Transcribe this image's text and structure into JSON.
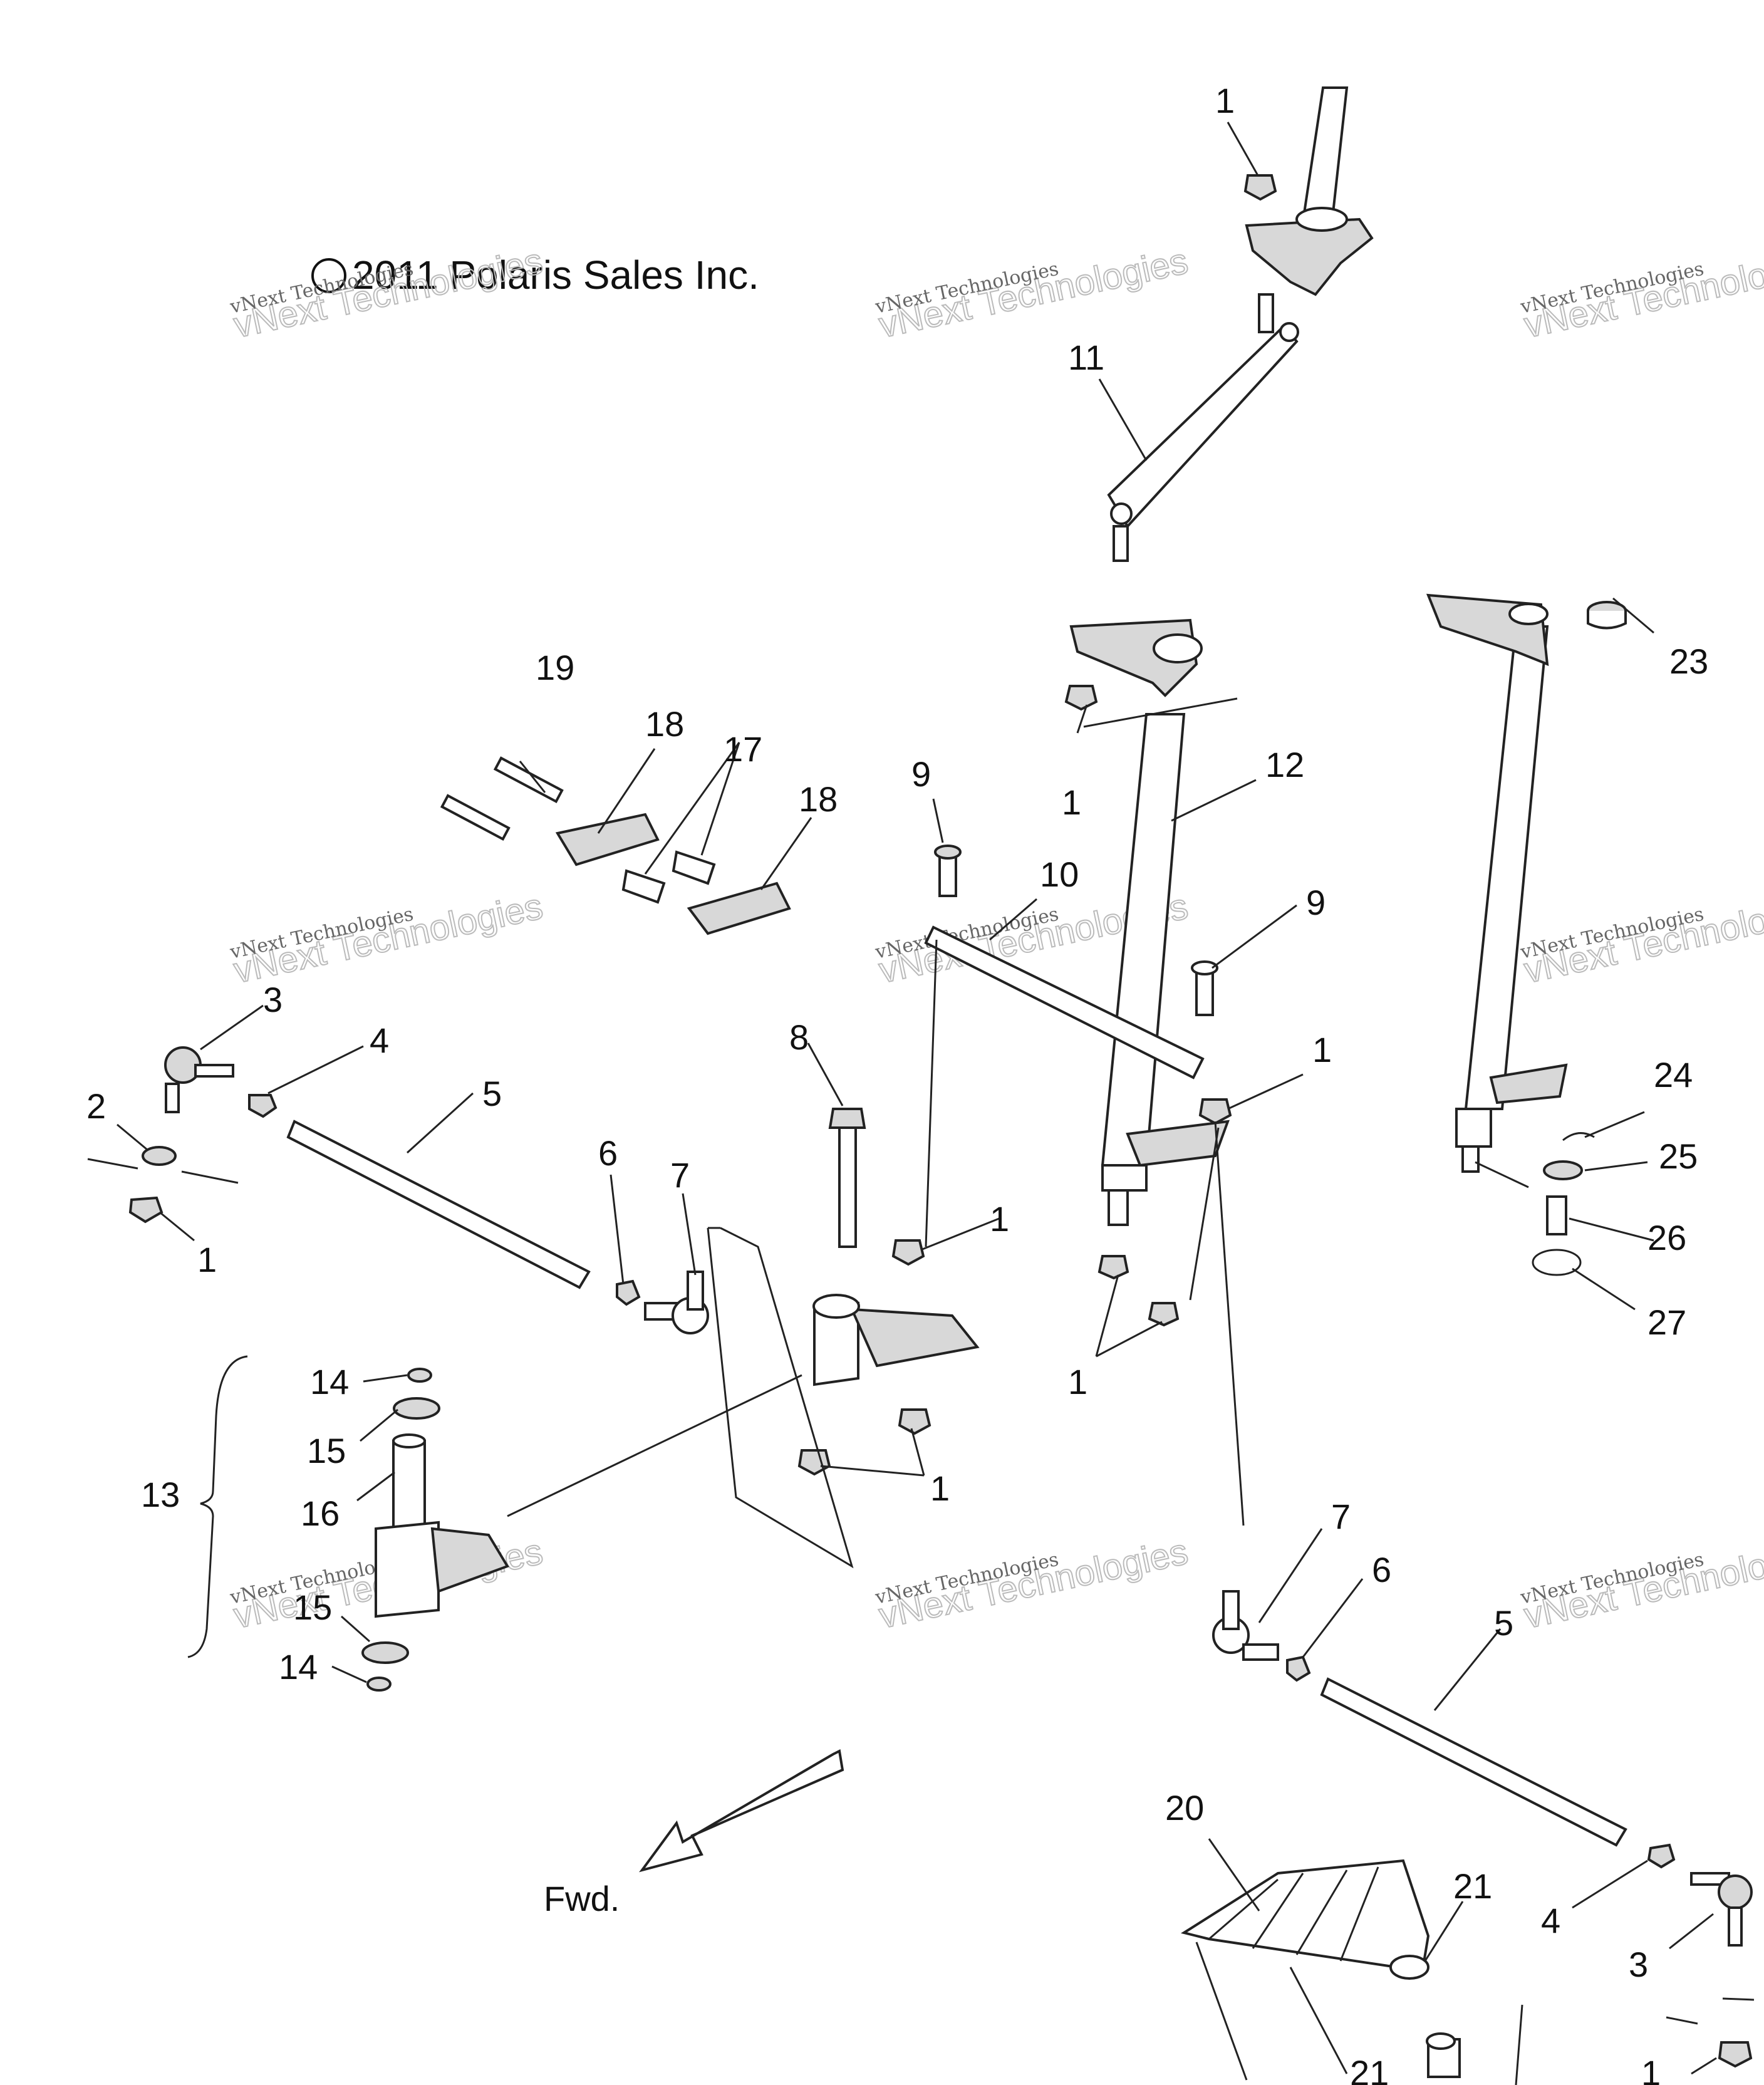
{
  "copyright": "© 2011 Polaris Sales Inc.",
  "direction_label": "Fwd.",
  "watermark": {
    "line1": "vNext Technologies",
    "line2": "vNext Technologies"
  },
  "callouts": {
    "c1a": "1",
    "c1b": "1",
    "c1c": "1",
    "c1d": "1",
    "c1e": "1",
    "c1f": "1",
    "c1g": "1",
    "c1h": "1",
    "c2": "2",
    "c3a": "3",
    "c3b": "3",
    "c4a": "4",
    "c4b": "4",
    "c5a": "5",
    "c5b": "5",
    "c6a": "6",
    "c6b": "6",
    "c7a": "7",
    "c7b": "7",
    "c8": "8",
    "c9a": "9",
    "c9b": "9",
    "c10": "10",
    "c11": "11",
    "c12": "12",
    "c13": "13",
    "c14a": "14",
    "c14b": "14",
    "c15a": "15",
    "c15b": "15",
    "c16": "16",
    "c17": "17",
    "c18a": "18",
    "c18b": "18",
    "c19": "19",
    "c20": "20",
    "c21a": "21",
    "c21b": "21",
    "c23": "23",
    "c24": "24",
    "c25": "25",
    "c26": "26",
    "c27": "27"
  }
}
